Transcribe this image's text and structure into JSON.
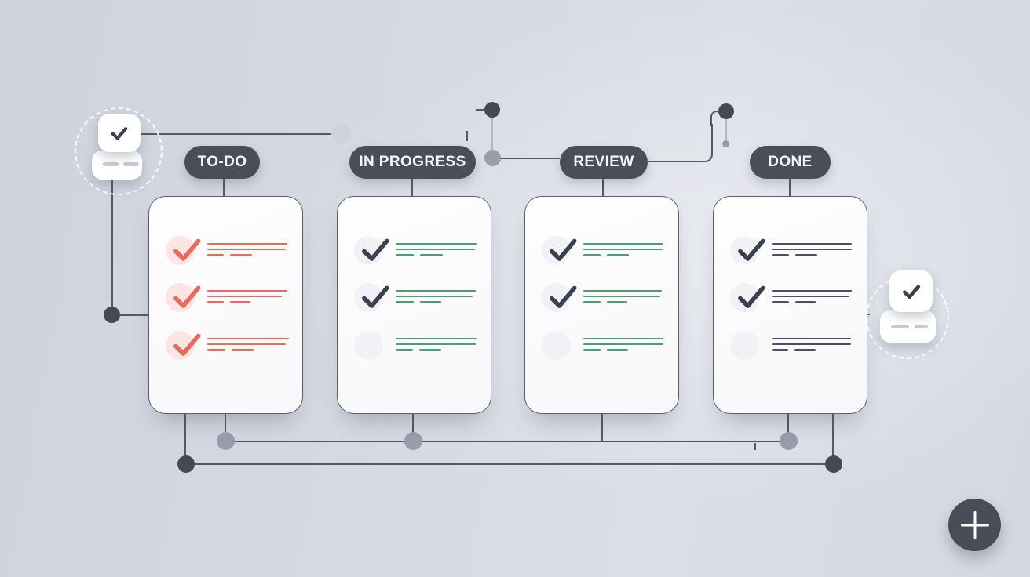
{
  "board": {
    "columns": [
      {
        "id": "todo",
        "label": "TO-DO",
        "theme": {
          "check": "#e8695f",
          "circle": "#fbe6e2",
          "line": "#e8695f"
        },
        "items": [
          {
            "checked": true,
            "lines": [
              102,
              100
            ],
            "dashes": [
              21,
              28
            ]
          },
          {
            "checked": true,
            "lines": [
              102,
              95
            ],
            "dashes": [
              21,
              26
            ]
          },
          {
            "checked": true,
            "lines": [
              104,
              100
            ],
            "dashes": [
              23,
              28
            ]
          }
        ]
      },
      {
        "id": "in-progress",
        "label": "IN PROGRESS",
        "theme": {
          "check": "#394050",
          "circle": "#f2f1f5",
          "line": "#4f9a74"
        },
        "items": [
          {
            "checked": true,
            "lines": [
              103,
              101
            ],
            "dashes": [
              23,
              29
            ]
          },
          {
            "checked": true,
            "lines": [
              102,
              98
            ],
            "dashes": [
              23,
              27
            ]
          },
          {
            "checked": false,
            "lines": [
              103,
              102
            ],
            "dashes": [
              22,
              28
            ]
          }
        ]
      },
      {
        "id": "review",
        "label": "REVIEW",
        "theme": {
          "check": "#394050",
          "circle": "#f2f1f5",
          "line": "#4f9a74"
        },
        "items": [
          {
            "checked": true,
            "lines": [
              102,
              101
            ],
            "dashes": [
              22,
              28
            ]
          },
          {
            "checked": true,
            "lines": [
              100,
              98
            ],
            "dashes": [
              22,
              26
            ]
          },
          {
            "checked": false,
            "lines": [
              102,
              102
            ],
            "dashes": [
              22,
              27
            ]
          }
        ]
      },
      {
        "id": "done",
        "label": "DONE",
        "theme": {
          "check": "#394050",
          "circle": "#f2f1f5",
          "line": "#4b5060"
        },
        "items": [
          {
            "checked": true,
            "lines": [
              102,
              102
            ],
            "dashes": [
              22,
              28
            ]
          },
          {
            "checked": true,
            "lines": [
              102,
              99
            ],
            "dashes": [
              22,
              26
            ]
          },
          {
            "checked": false,
            "lines": [
              101,
              101
            ],
            "dashes": [
              21,
              27
            ]
          }
        ]
      }
    ]
  },
  "icons": {
    "add_button": "plus-icon",
    "checkbox_checked": "checkmark-icon",
    "floating_badge": "checklist-card-icon"
  },
  "colors": {
    "background_start": "#cfd3de",
    "background_end": "#d4d8e1",
    "pill_bg": "#4a4e59",
    "pill_text": "#f6f6f8",
    "card_border": "#5a5f6b",
    "connector_dark": "#545964",
    "connector_light": "#b2b8c4",
    "dot_dark": "#454953",
    "dot_gray": "#979dab",
    "dot_faint": "#cdd2dc",
    "icon_check": "#394050",
    "icon_dash": "#c7cbd5",
    "plus_bg": "#494d58",
    "plus_glyph": "#ffffff"
  }
}
